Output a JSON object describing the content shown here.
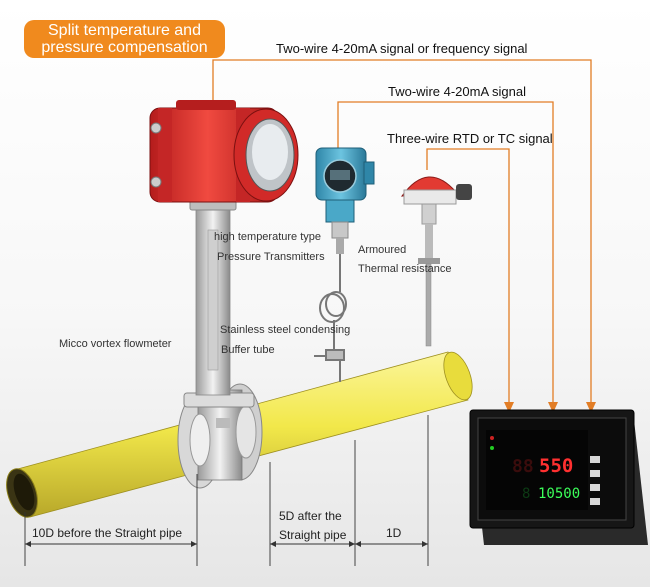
{
  "title": {
    "line1": "Split temperature and",
    "line2": "pressure compensation"
  },
  "signals": {
    "top": "Two-wire 4-20mA signal or frequency signal",
    "middle": "Two-wire 4-20mA signal",
    "bottom": "Three-wire RTD or TC signal"
  },
  "components": {
    "pressure_line1": "high temperature type",
    "pressure_line2": "Pressure Transmitters",
    "armoured_line1": "Armoured",
    "armoured_line2": "Thermal resistance",
    "buffer_line1": "Stainless steel condensing",
    "buffer_line2": "Buffer tube",
    "flowmeter": "Micco vortex flowmeter"
  },
  "dimensions": {
    "before": "10D before the Straight pipe",
    "after_line1": "5D after the",
    "after_line2": "Straight pipe",
    "oned": "1D"
  },
  "display": {
    "upper_value": "550",
    "lower_value": "10500",
    "upper_prefix": "88",
    "lower_prefix": "8"
  },
  "colors": {
    "orange": "#f08a1e",
    "pipe_yellow": "#f2e84a",
    "flowmeter_red": "#e0302e",
    "transmitter_blue": "#4aa8c8",
    "led_red": "#ff3030",
    "led_green": "#3cff5a"
  }
}
